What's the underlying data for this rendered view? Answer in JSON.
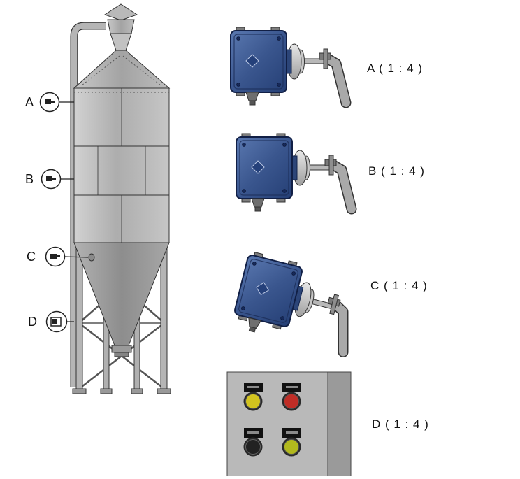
{
  "figure": {
    "background": "#ffffff"
  },
  "silo": {
    "callouts": [
      {
        "id": "a",
        "label": "A"
      },
      {
        "id": "b",
        "label": "B"
      },
      {
        "id": "c",
        "label": "C"
      },
      {
        "id": "d",
        "label": "D"
      }
    ]
  },
  "details": [
    {
      "id": "a",
      "label": "A ( 1 : 4 )",
      "kind": "rotary-paddle-level-sensor"
    },
    {
      "id": "b",
      "label": "B ( 1 : 4 )",
      "kind": "rotary-paddle-level-sensor"
    },
    {
      "id": "c",
      "label": "C ( 1 : 4 )",
      "kind": "rotary-paddle-level-sensor-tilted"
    },
    {
      "id": "d",
      "label": "D ( 1 : 4 )",
      "kind": "push-button-control-panel"
    }
  ],
  "control_panel": {
    "buttons": [
      {
        "position": "top-left",
        "color_name": "yellow",
        "color": "#d2c31f"
      },
      {
        "position": "top-right",
        "color_name": "red",
        "color": "#bf2d26"
      },
      {
        "position": "bottom-left",
        "color_name": "black",
        "color": "#222222"
      },
      {
        "position": "bottom-right",
        "color_name": "yellow-green",
        "color": "#b2b91d"
      }
    ]
  },
  "colors": {
    "sensor_box_blue": "#3a568e",
    "sensor_box_dark": "#14254d",
    "flange_gray": "#c9c9c9",
    "paddle_gray": "#a9a9a9",
    "silo_gray": "#bdbdbd",
    "panel_gray": "#b9b9b9",
    "panel_side_gray": "#9a9a9a",
    "outline": "#222222"
  }
}
